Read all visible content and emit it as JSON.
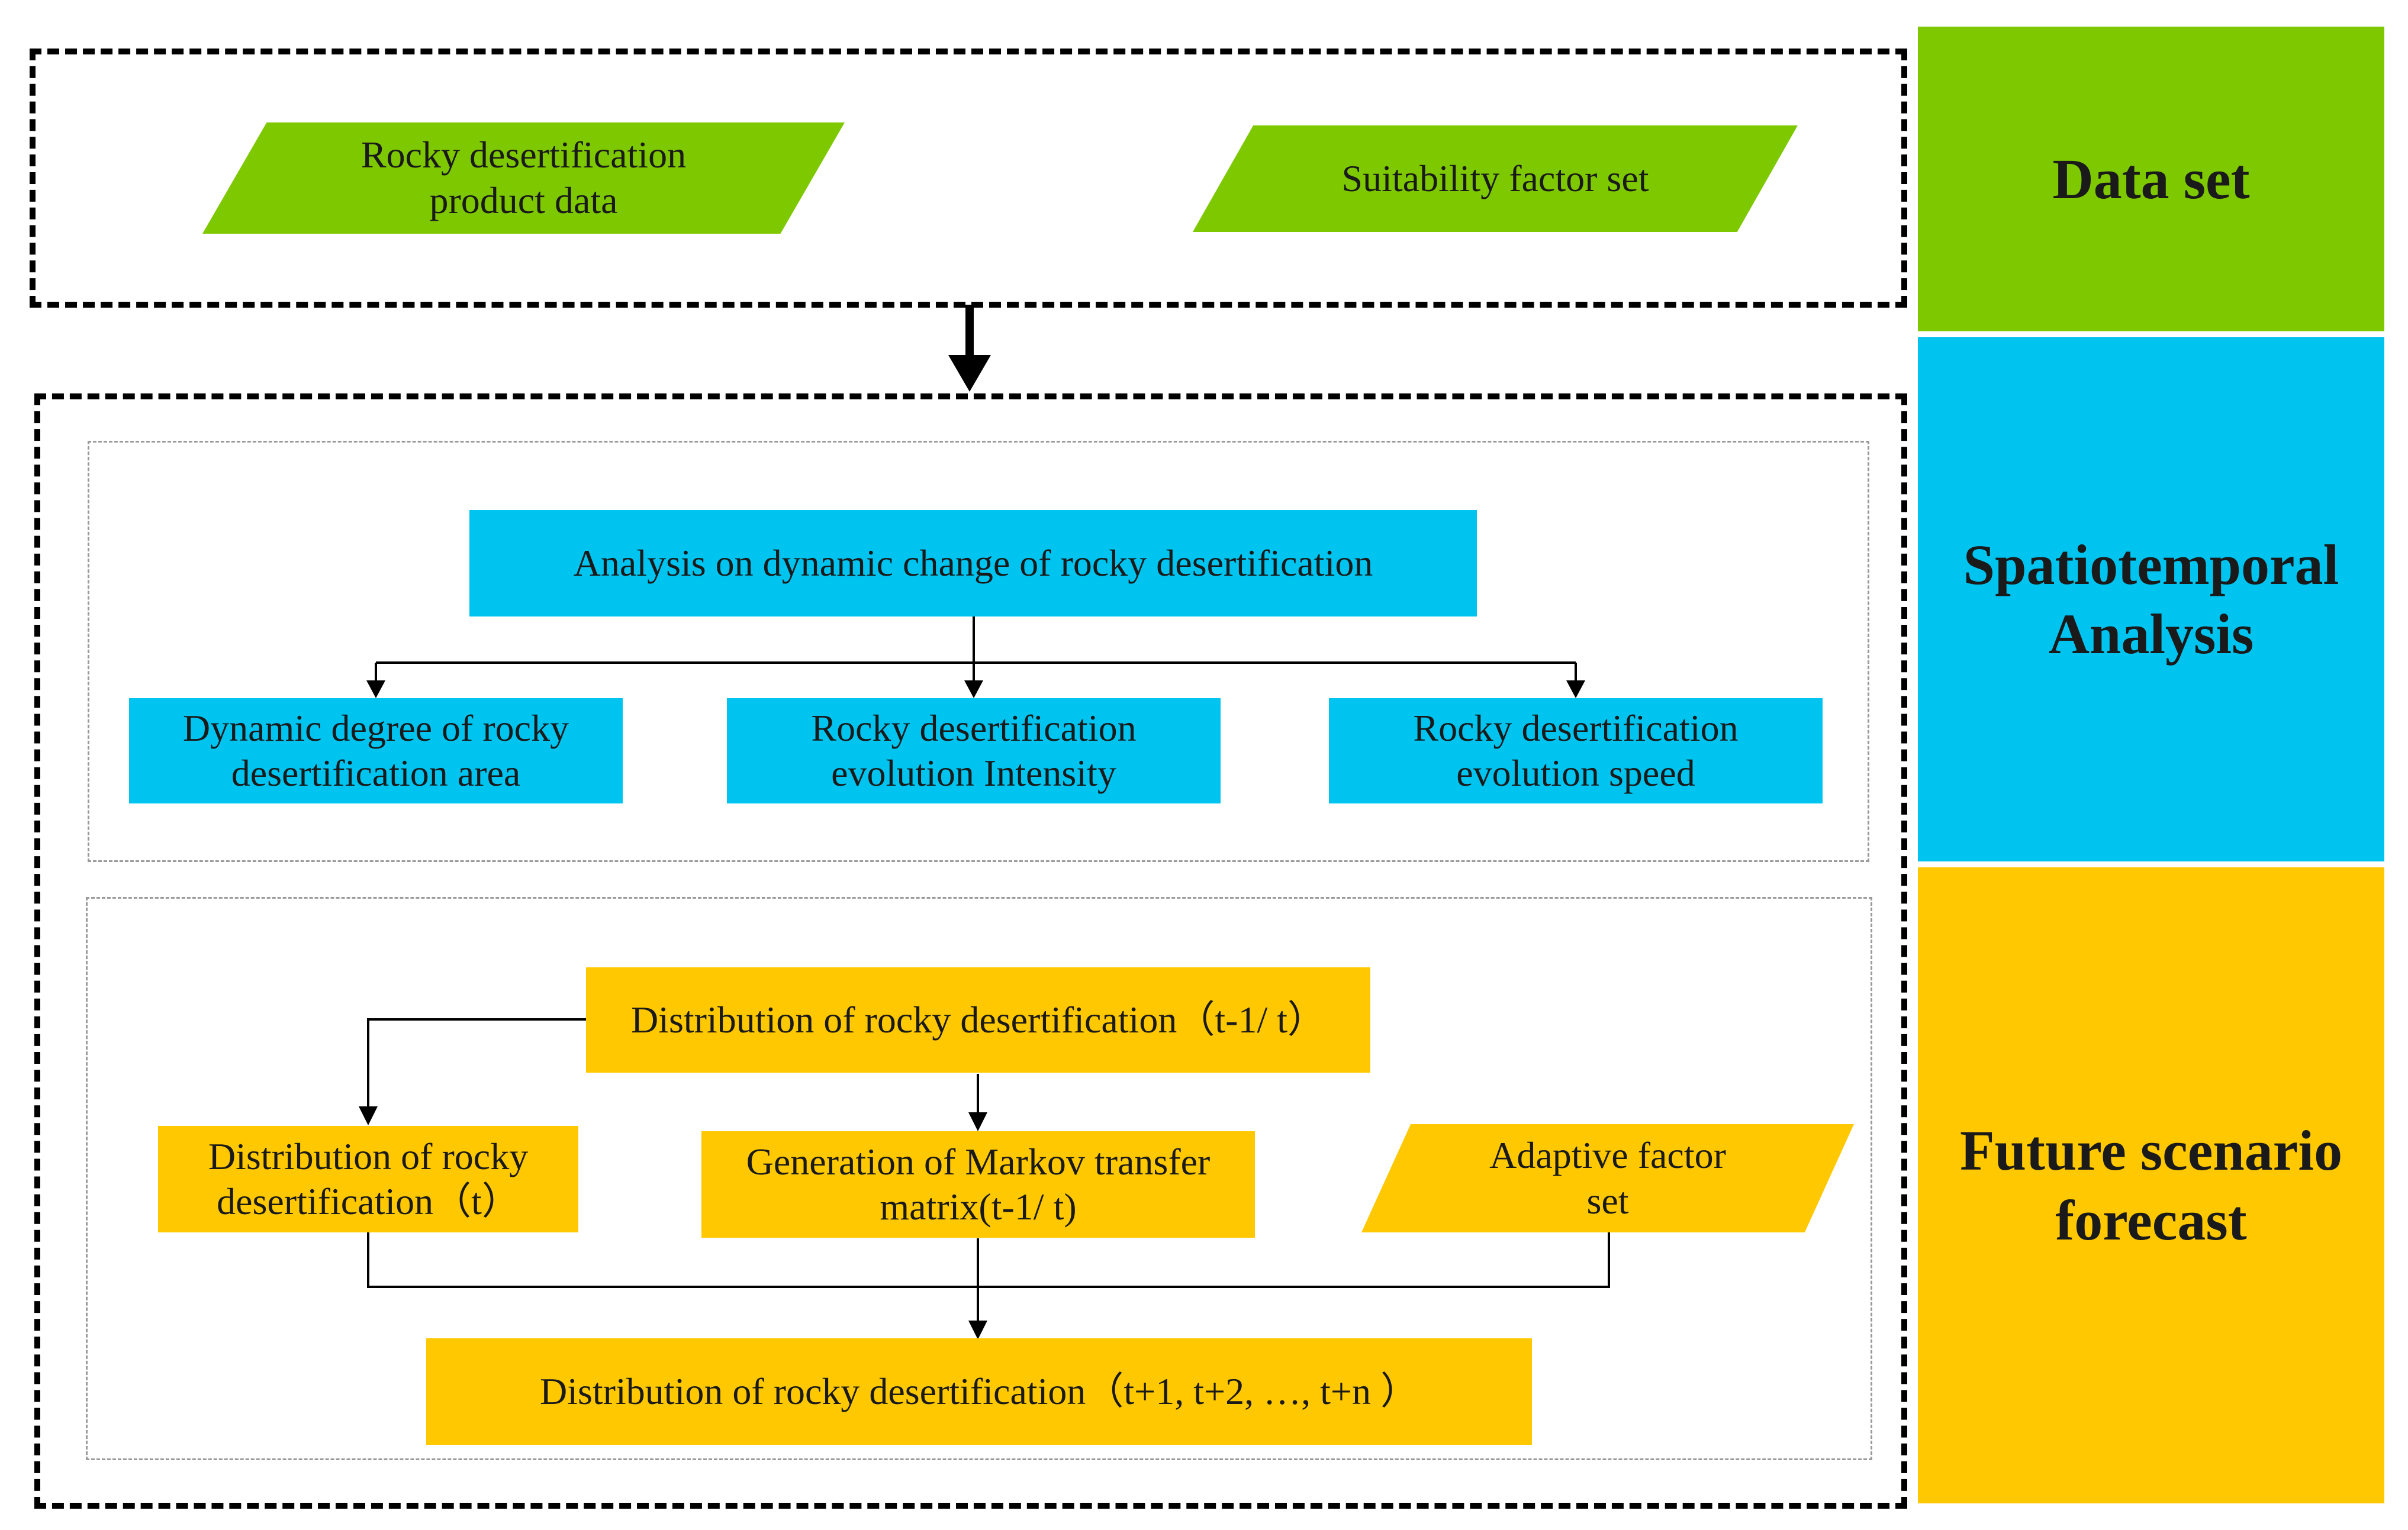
{
  "colors": {
    "green": "#7ec800",
    "blue": "#00c4f0",
    "yellow": "#ffc800"
  },
  "panels": {
    "data_set": "Data set",
    "spatiotemporal_line1": "Spatiotemporal",
    "spatiotemporal_line2": "Analysis",
    "forecast_line1": "Future scenario",
    "forecast_line2": "forecast"
  },
  "data_set": {
    "product_line1": "Rocky desertification",
    "product_line2": "product data",
    "suitability": "Suitability factor set"
  },
  "spatiotemporal": {
    "main": "Analysis on dynamic change of rocky desertification",
    "dynamic_line1": "Dynamic degree of rocky",
    "dynamic_line2": "desertification area",
    "intensity_line1": "Rocky desertification",
    "intensity_line2": "evolution Intensity",
    "speed_line1": "Rocky desertification",
    "speed_line2": "evolution speed"
  },
  "forecast": {
    "dist_prev": "Distribution of rocky desertification（t-1/ t）",
    "dist_t_line1": "Distribution of rocky",
    "dist_t_line2": "desertification（t）",
    "markov_line1": "Generation of  Markov transfer",
    "markov_line2": "matrix(t-1/ t)",
    "adaptive_line1": "Adaptive factor",
    "adaptive_line2": "set",
    "dist_future": "Distribution of rocky desertification（t+1, t+2, …, t+n  ）"
  }
}
